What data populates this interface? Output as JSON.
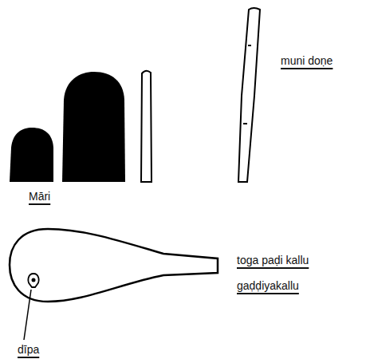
{
  "diagram": {
    "labels": [
      "muni doṇe",
      "Māri",
      "toga paḍi kallu",
      "gaḍḍiyakallu",
      "dīpa"
    ]
  }
}
